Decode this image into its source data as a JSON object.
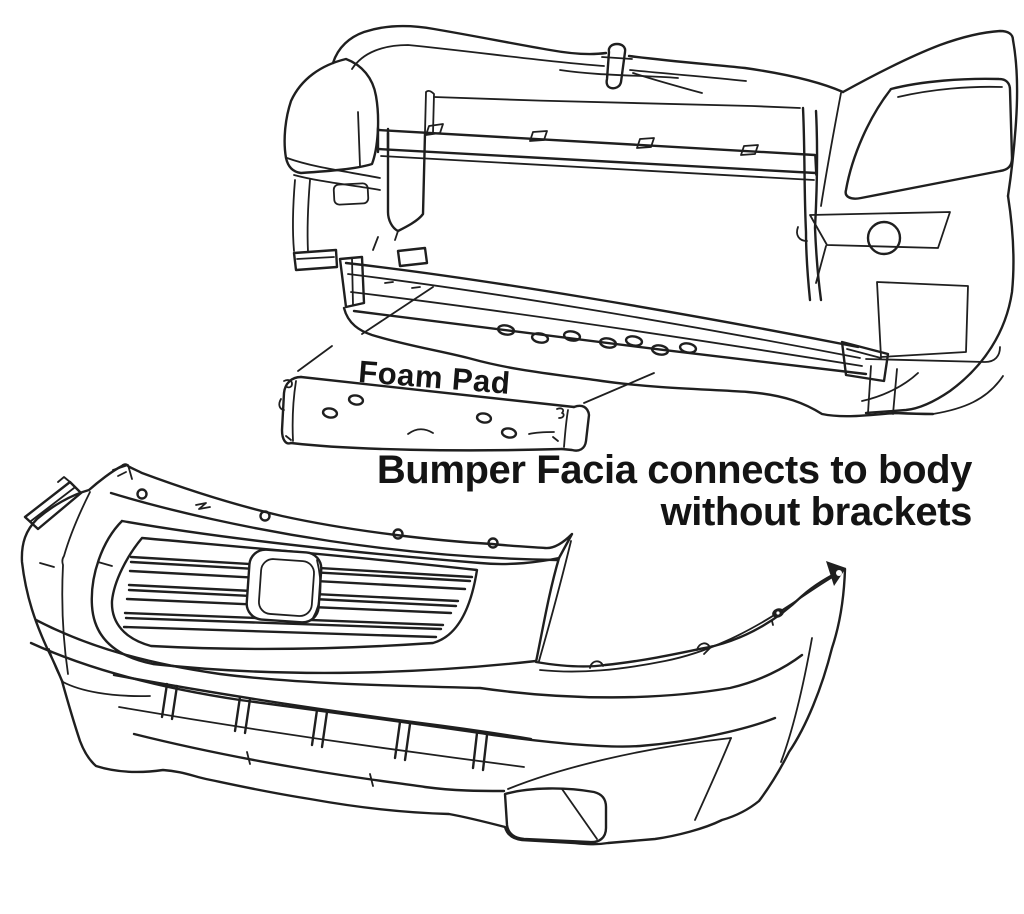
{
  "page": {
    "background_color": "#ffffff",
    "ink_color": "#1f1f1f",
    "type": "technical line illustration",
    "subject": "front bumper assembly diagram"
  },
  "annotations": {
    "foam_pad_label": "Foam Pad",
    "caption_line1": "Bumper Facia connects to body",
    "caption_line2": "without brackets"
  }
}
